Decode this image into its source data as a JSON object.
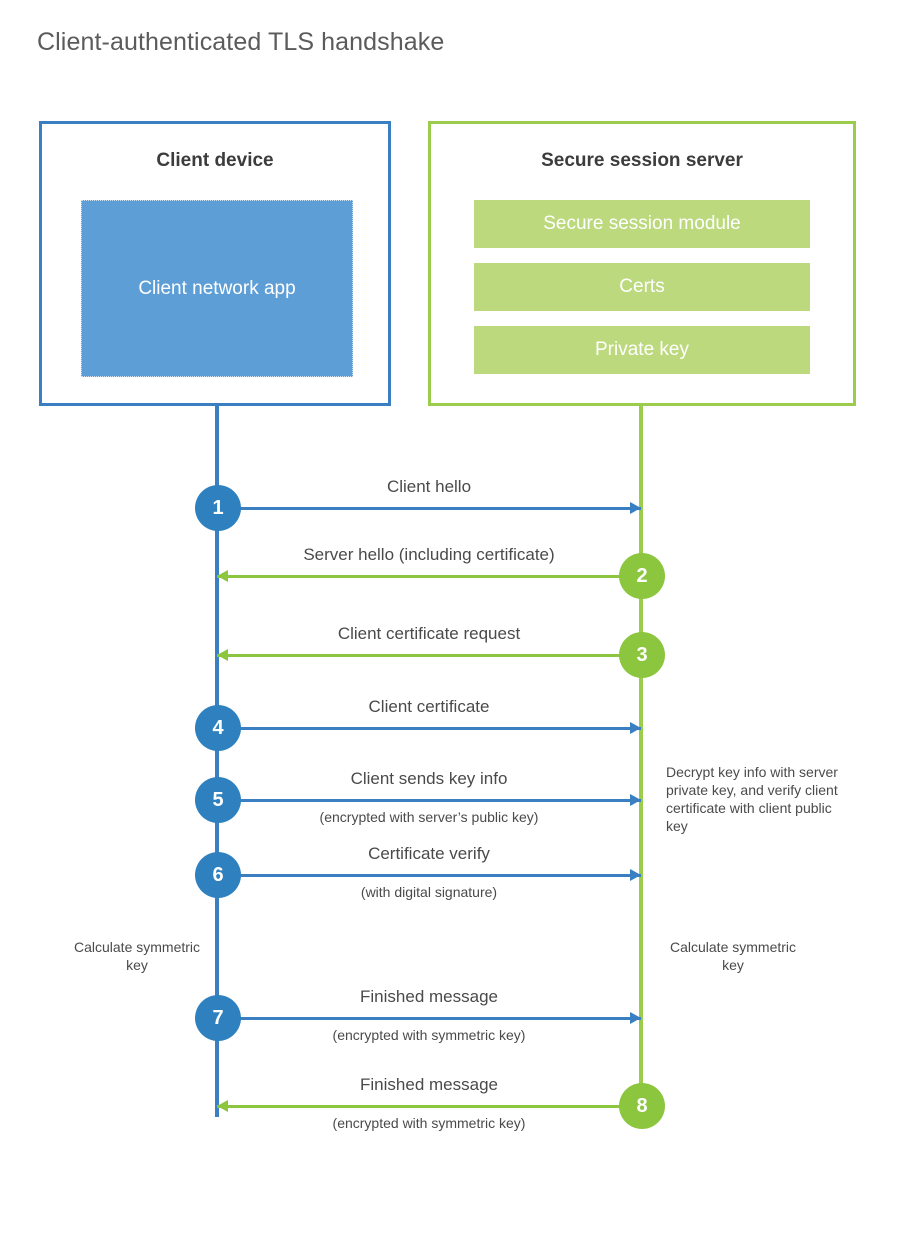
{
  "title": "Client-authenticated TLS handshake",
  "colors": {
    "client_border": "#3a7fc1",
    "client_fill": "#5e9ed6",
    "server_border": "#9ccc4e",
    "server_fill": "#bcd97e",
    "step_blue": "#2f80bf",
    "step_green": "#8cc63f",
    "text": "#4a4a4a",
    "title_text": "#5b5b5b"
  },
  "client": {
    "title": "Client device",
    "app_label": "Client network app"
  },
  "server": {
    "title": "Secure session server",
    "components": [
      "Secure session module",
      "Certs",
      "Private key"
    ]
  },
  "messages": [
    {
      "step": "1",
      "label": "Client hello",
      "sublabel": "",
      "direction": "client-to-server",
      "color": "blue"
    },
    {
      "step": "2",
      "label": "Server hello (including certificate)",
      "sublabel": "",
      "direction": "server-to-client",
      "color": "green"
    },
    {
      "step": "3",
      "label": "Client certificate request",
      "sublabel": "",
      "direction": "server-to-client",
      "color": "green"
    },
    {
      "step": "4",
      "label": "Client certificate",
      "sublabel": "",
      "direction": "client-to-server",
      "color": "blue"
    },
    {
      "step": "5",
      "label": "Client sends key info",
      "sublabel": "(encrypted with server’s public key)",
      "direction": "client-to-server",
      "color": "blue"
    },
    {
      "step": "6",
      "label": "Certificate verify",
      "sublabel": "(with digital signature)",
      "direction": "client-to-server",
      "color": "blue"
    },
    {
      "step": "7",
      "label": "Finished message",
      "sublabel": "(encrypted with symmetric key)",
      "direction": "client-to-server",
      "color": "blue"
    },
    {
      "step": "8",
      "label": "Finished message",
      "sublabel": "(encrypted with symmetric key)",
      "direction": "server-to-client",
      "color": "green"
    }
  ],
  "annotations": {
    "server_decrypt": "Decrypt key info with server private key, and verify client certificate with client public key",
    "client_calculate": "Calculate symmetric key",
    "server_calculate": "Calculate symmetric key"
  }
}
